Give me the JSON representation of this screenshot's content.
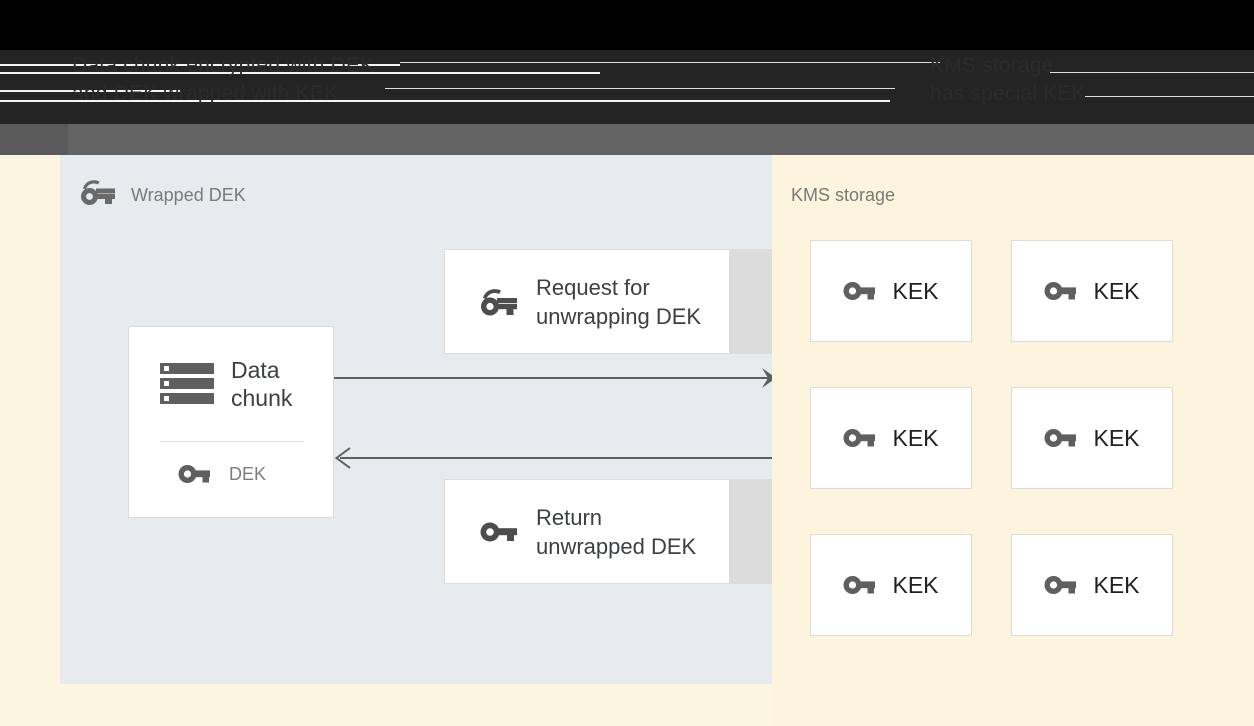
{
  "header": {
    "line_left": "Data chunk encrypted with DEK\nand DEK wrapped with KEK",
    "line_right": "KMS storage\nhas special KEK"
  },
  "left_panel": {
    "title": "Wrapped DEK",
    "title_icon": "wrapped-key-icon",
    "data_chunk_card": {
      "icon": "storage-icon",
      "label": "Data\nchunk",
      "key_icon": "key-icon",
      "key_label": "DEK"
    },
    "messages": [
      {
        "icon": "wrapped-key-icon",
        "label": "Request for\nunwrapping DEK"
      },
      {
        "icon": "key-icon",
        "label": "Return\nunwrapped DEK"
      }
    ],
    "arrows": [
      {
        "name": "request-arrow",
        "direction": "right"
      },
      {
        "name": "return-arrow",
        "direction": "left"
      }
    ]
  },
  "right_panel": {
    "title": "KMS storage",
    "kek_cards": [
      {
        "icon": "key-icon",
        "label": "KEK"
      },
      {
        "icon": "key-icon",
        "label": "KEK"
      },
      {
        "icon": "key-icon",
        "label": "KEK"
      },
      {
        "icon": "key-icon",
        "label": "KEK"
      },
      {
        "icon": "key-icon",
        "label": "KEK"
      },
      {
        "icon": "key-icon",
        "label": "KEK"
      }
    ]
  },
  "colors": {
    "page_background": "#fcf6e1",
    "left_panel": "#e8ebed",
    "right_panel": "#fcf4dd",
    "card": "#ffffff",
    "card_border": "#dcdcdc",
    "icon_gray": "#5f5f5f",
    "title_gray": "#7a7a7a",
    "text_dark": "#3c4043",
    "topbar_dark": "#242424",
    "graybar": "#636363",
    "shade": "#dcdcdc"
  }
}
